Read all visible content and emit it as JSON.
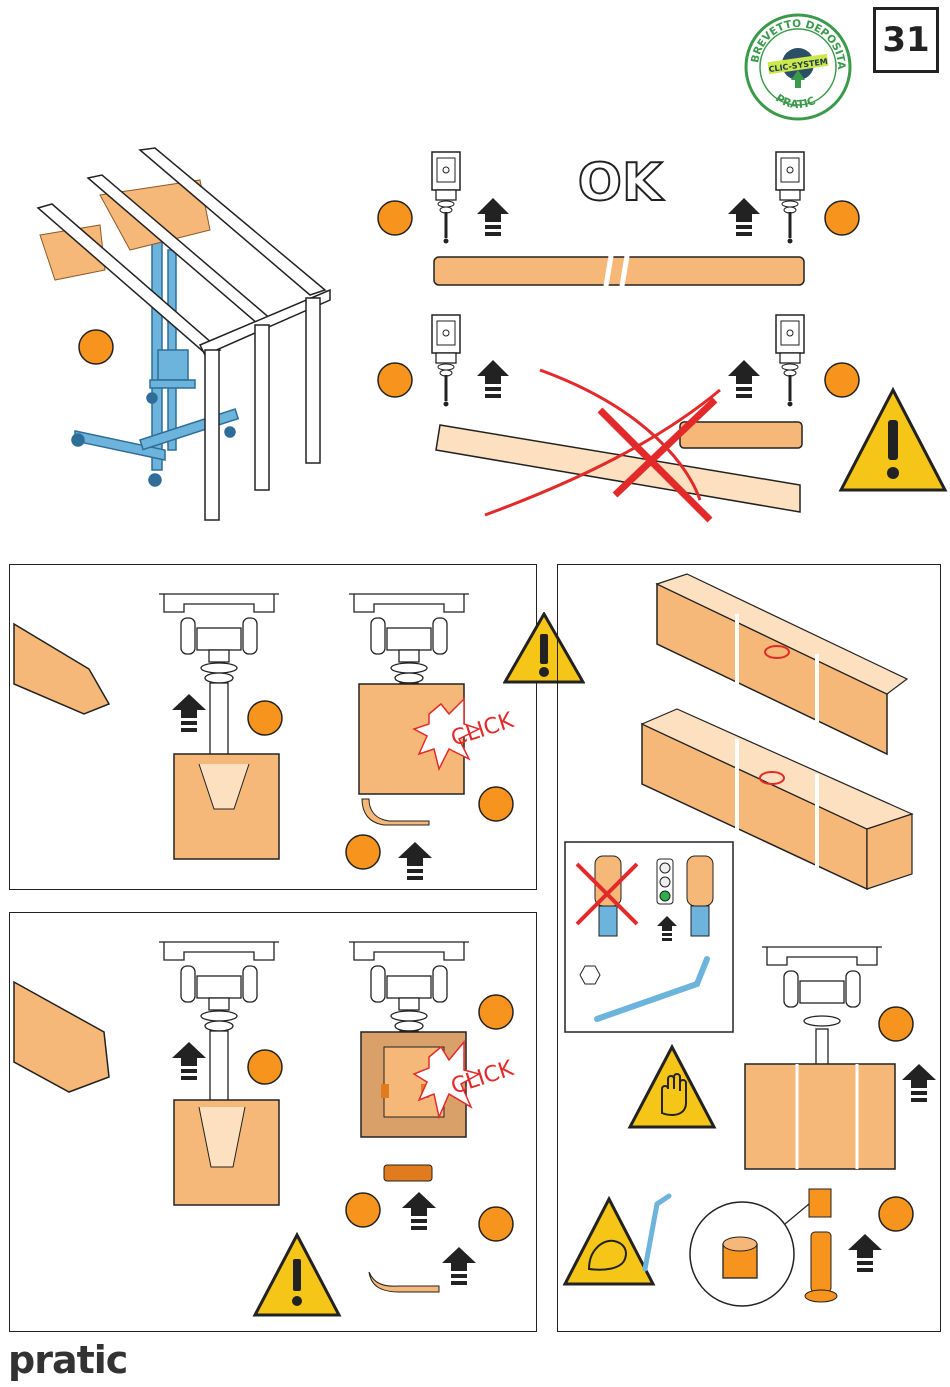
{
  "page": {
    "number": "31",
    "brand": "pratic"
  },
  "seal": {
    "top_text": "BREVETTO DEPOSITATO",
    "center_text": "CLIC-SYSTEM",
    "bottom_text": "PRATIC"
  },
  "top_diagram": {
    "ok_label": "OK"
  },
  "panels": {
    "step_a": {
      "click_label": "CLICK"
    },
    "step_b": {
      "click_label": "CLICK"
    }
  },
  "colors": {
    "accent": "#f7941d",
    "wood": "#f6b878",
    "frame": "#6db4dd",
    "warning": "#f5c518",
    "seal": "#3a9a4a",
    "cross": "#e32a2a"
  },
  "icons": [
    "warning-icon",
    "hand-stop-icon",
    "strength-icon",
    "traffic-light-icon",
    "hex-key-icon",
    "hexagon-icon",
    "up-arrow-icon"
  ]
}
